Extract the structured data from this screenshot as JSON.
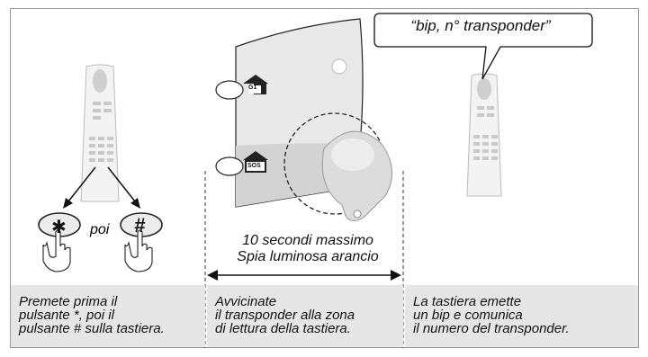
{
  "captions": [
    {
      "lines": [
        "Premete prima il",
        "pulsante *, poi il",
        "pulsante # sulla tastiera."
      ]
    },
    {
      "lines": [
        "Avvicinate",
        "il transponder alla zona",
        "di lettura della tastiera."
      ]
    },
    {
      "lines": [
        "La tastiera emette",
        "un bip e comunica",
        "il numero del transponder."
      ]
    }
  ],
  "speech_bubble": "“bip, n° transponder”",
  "poi": "poi",
  "keys": {
    "star": "✱",
    "hash": "#"
  },
  "timing": {
    "line1": "10 secondi massimo",
    "line2": "Spia luminosa arancio"
  },
  "icons": {
    "home_badge": "G1",
    "sos_badge": "SOS"
  },
  "colors": {
    "caption_bg": "#e6e6e6",
    "keypad": "#f2f2f2",
    "frame": "#9a9a9a"
  }
}
